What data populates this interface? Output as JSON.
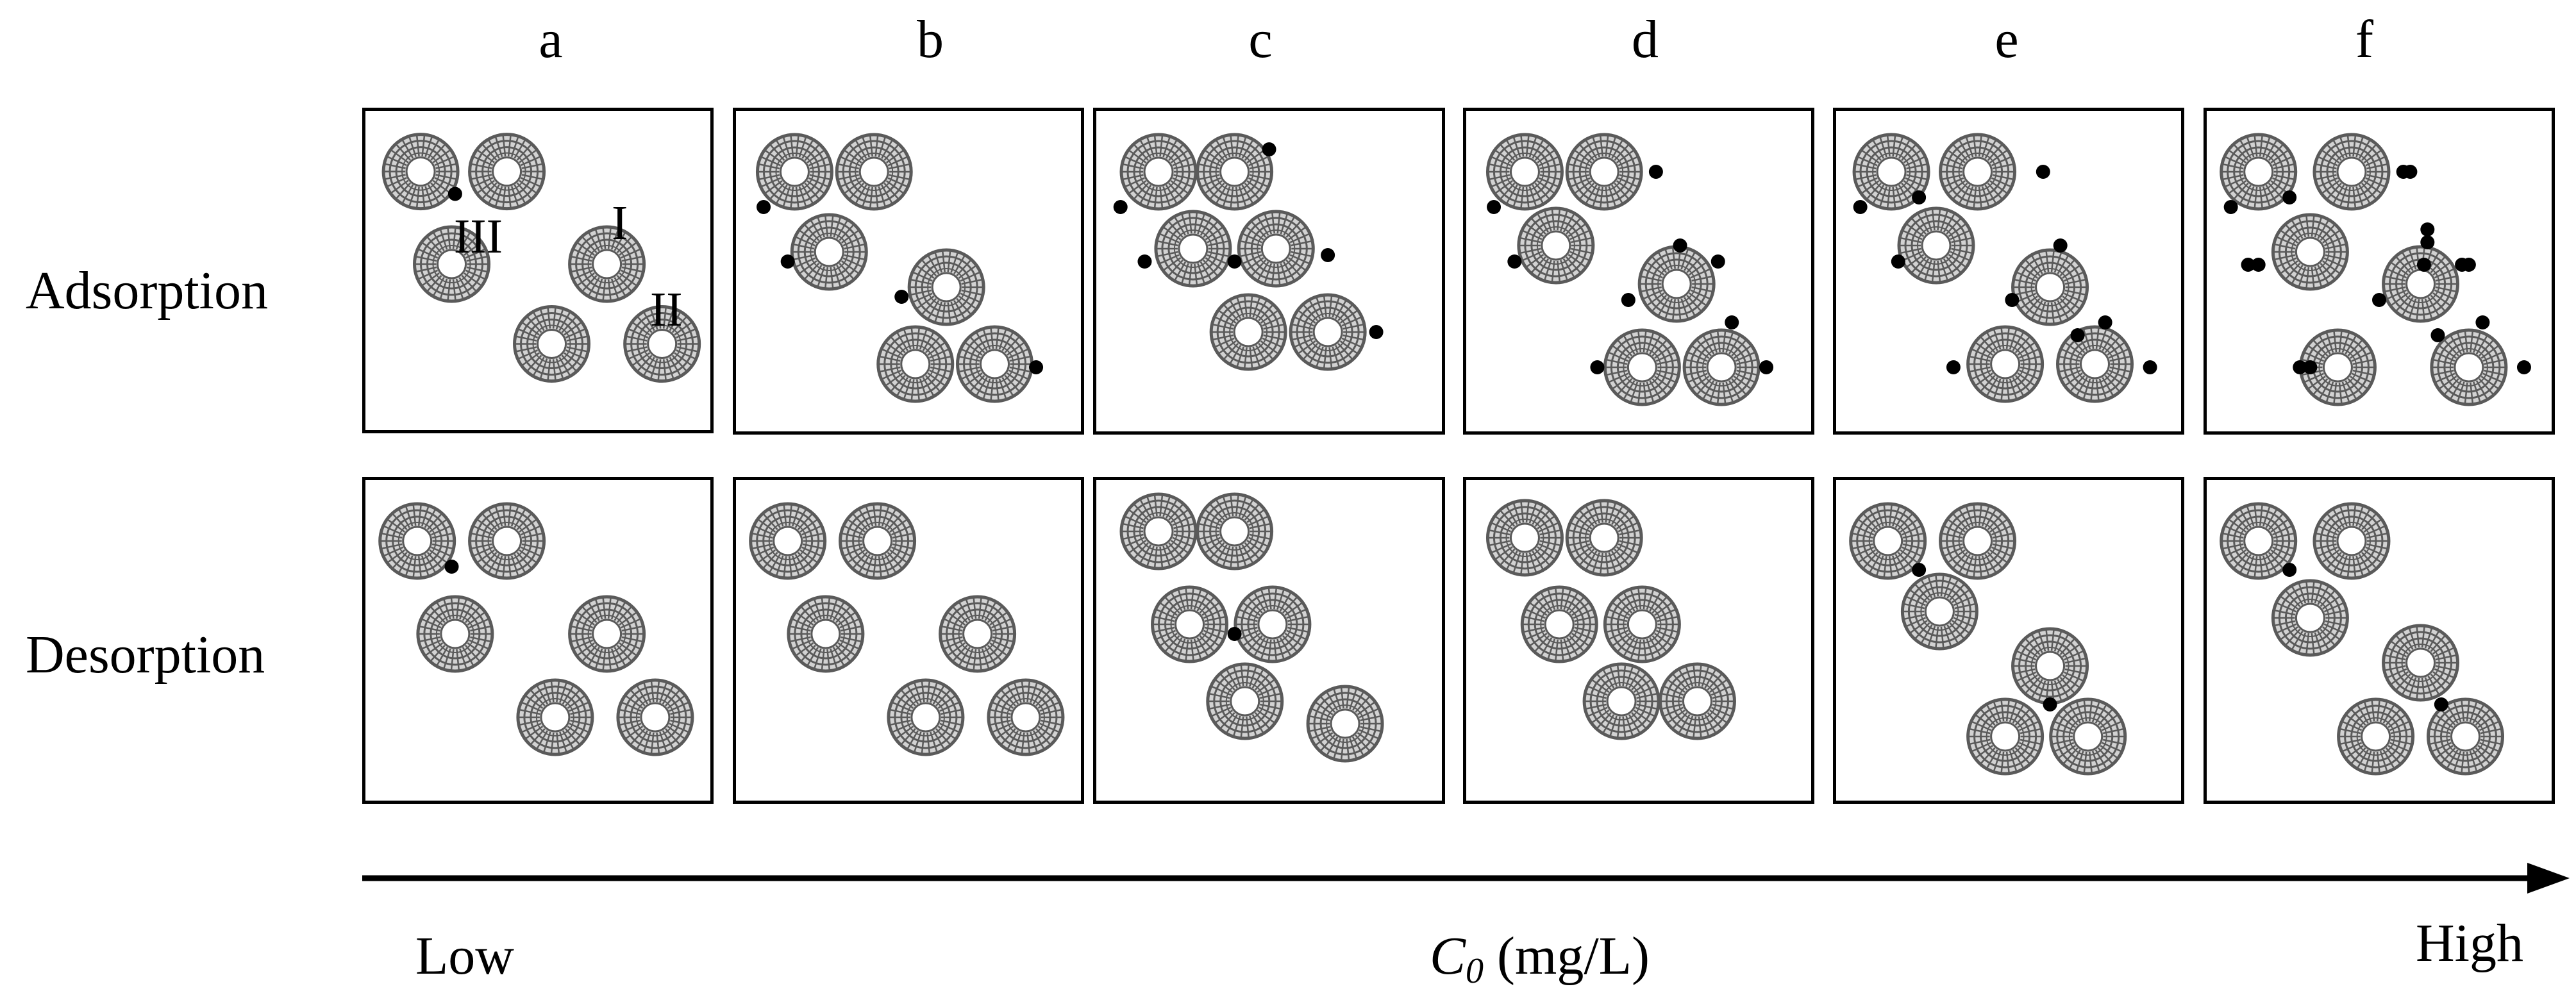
{
  "columns": [
    "a",
    "b",
    "c",
    "d",
    "e",
    "f"
  ],
  "rows": [
    "Adsorption",
    "Desorption"
  ],
  "site_labels": {
    "I": "I",
    "II": "II",
    "III": "III"
  },
  "axis": {
    "low": "Low",
    "high": "High",
    "symbol": "C",
    "subscript": "0",
    "unit": "(mg/L)"
  },
  "colors": {
    "ring_dark": "#5a5a5a",
    "ring_light": "#d2d2d2",
    "dot": "#000000",
    "border": "#000000"
  },
  "panels": {
    "adsorption": [
      {
        "tubes": [
          [
            0.16,
            0.19
          ],
          [
            0.41,
            0.19
          ],
          [
            0.25,
            0.48
          ],
          [
            0.7,
            0.48
          ],
          [
            0.54,
            0.73
          ],
          [
            0.86,
            0.73
          ]
        ],
        "dots": [
          [
            0.26,
            0.26
          ]
        ]
      },
      {
        "tubes": [
          [
            0.17,
            0.19
          ],
          [
            0.4,
            0.19
          ],
          [
            0.27,
            0.44
          ],
          [
            0.61,
            0.55
          ],
          [
            0.52,
            0.79
          ],
          [
            0.75,
            0.79
          ]
        ],
        "dots": [
          [
            0.08,
            0.3
          ],
          [
            0.15,
            0.47
          ],
          [
            0.48,
            0.58
          ],
          [
            0.87,
            0.8
          ]
        ]
      },
      {
        "tubes": [
          [
            0.18,
            0.19
          ],
          [
            0.4,
            0.19
          ],
          [
            0.28,
            0.43
          ],
          [
            0.52,
            0.43
          ],
          [
            0.44,
            0.69
          ],
          [
            0.67,
            0.69
          ]
        ],
        "dots": [
          [
            0.07,
            0.3
          ],
          [
            0.5,
            0.12
          ],
          [
            0.14,
            0.47
          ],
          [
            0.4,
            0.47
          ],
          [
            0.67,
            0.45
          ],
          [
            0.81,
            0.69
          ]
        ]
      },
      {
        "tubes": [
          [
            0.17,
            0.19
          ],
          [
            0.4,
            0.19
          ],
          [
            0.26,
            0.42
          ],
          [
            0.61,
            0.54
          ],
          [
            0.51,
            0.8
          ],
          [
            0.74,
            0.8
          ]
        ],
        "dots": [
          [
            0.08,
            0.3
          ],
          [
            0.55,
            0.19
          ],
          [
            0.14,
            0.47
          ],
          [
            0.47,
            0.59
          ],
          [
            0.62,
            0.42
          ],
          [
            0.73,
            0.47
          ],
          [
            0.38,
            0.8
          ],
          [
            0.87,
            0.8
          ],
          [
            0.77,
            0.66
          ]
        ]
      },
      {
        "tubes": [
          [
            0.16,
            0.19
          ],
          [
            0.41,
            0.19
          ],
          [
            0.29,
            0.42
          ],
          [
            0.62,
            0.55
          ],
          [
            0.49,
            0.79
          ],
          [
            0.75,
            0.79
          ]
        ],
        "dots": [
          [
            0.07,
            0.3
          ],
          [
            0.24,
            0.27
          ],
          [
            0.6,
            0.19
          ],
          [
            0.18,
            0.47
          ],
          [
            0.51,
            0.59
          ],
          [
            0.65,
            0.42
          ],
          [
            0.7,
            0.7
          ],
          [
            0.78,
            0.66
          ],
          [
            0.34,
            0.8
          ],
          [
            0.91,
            0.8
          ]
        ]
      },
      {
        "tubes": [
          [
            0.15,
            0.19
          ],
          [
            0.42,
            0.19
          ],
          [
            0.3,
            0.44
          ],
          [
            0.62,
            0.54
          ],
          [
            0.38,
            0.8
          ],
          [
            0.76,
            0.8
          ]
        ],
        "dots": [
          [
            0.07,
            0.3
          ],
          [
            0.24,
            0.27
          ],
          [
            0.57,
            0.19
          ],
          [
            0.59,
            0.19
          ],
          [
            0.12,
            0.48
          ],
          [
            0.15,
            0.48
          ],
          [
            0.5,
            0.59
          ],
          [
            0.64,
            0.37
          ],
          [
            0.64,
            0.41
          ],
          [
            0.63,
            0.48
          ],
          [
            0.74,
            0.48
          ],
          [
            0.76,
            0.48
          ],
          [
            0.67,
            0.7
          ],
          [
            0.8,
            0.66
          ],
          [
            0.92,
            0.8
          ],
          [
            0.27,
            0.8
          ],
          [
            0.3,
            0.8
          ]
        ]
      }
    ],
    "desorption": [
      {
        "tubes": [
          [
            0.15,
            0.19
          ],
          [
            0.41,
            0.19
          ],
          [
            0.26,
            0.48
          ],
          [
            0.7,
            0.48
          ],
          [
            0.55,
            0.74
          ],
          [
            0.84,
            0.74
          ]
        ],
        "dots": [
          [
            0.25,
            0.27
          ]
        ]
      },
      {
        "tubes": [
          [
            0.15,
            0.19
          ],
          [
            0.41,
            0.19
          ],
          [
            0.26,
            0.48
          ],
          [
            0.7,
            0.48
          ],
          [
            0.55,
            0.74
          ],
          [
            0.84,
            0.74
          ]
        ],
        "dots": []
      },
      {
        "tubes": [
          [
            0.18,
            0.16
          ],
          [
            0.4,
            0.16
          ],
          [
            0.27,
            0.45
          ],
          [
            0.51,
            0.45
          ],
          [
            0.43,
            0.69
          ],
          [
            0.72,
            0.76
          ]
        ],
        "dots": [
          [
            0.4,
            0.48
          ]
        ]
      },
      {
        "tubes": [
          [
            0.17,
            0.18
          ],
          [
            0.4,
            0.18
          ],
          [
            0.27,
            0.45
          ],
          [
            0.51,
            0.45
          ],
          [
            0.45,
            0.69
          ],
          [
            0.67,
            0.69
          ]
        ],
        "dots": []
      },
      {
        "tubes": [
          [
            0.15,
            0.19
          ],
          [
            0.41,
            0.19
          ],
          [
            0.3,
            0.41
          ],
          [
            0.62,
            0.58
          ],
          [
            0.49,
            0.8
          ],
          [
            0.73,
            0.8
          ]
        ],
        "dots": [
          [
            0.24,
            0.28
          ],
          [
            0.62,
            0.7
          ]
        ]
      },
      {
        "tubes": [
          [
            0.15,
            0.19
          ],
          [
            0.42,
            0.19
          ],
          [
            0.3,
            0.43
          ],
          [
            0.62,
            0.57
          ],
          [
            0.49,
            0.8
          ],
          [
            0.75,
            0.8
          ]
        ],
        "dots": [
          [
            0.24,
            0.28
          ],
          [
            0.68,
            0.7
          ]
        ]
      }
    ]
  }
}
